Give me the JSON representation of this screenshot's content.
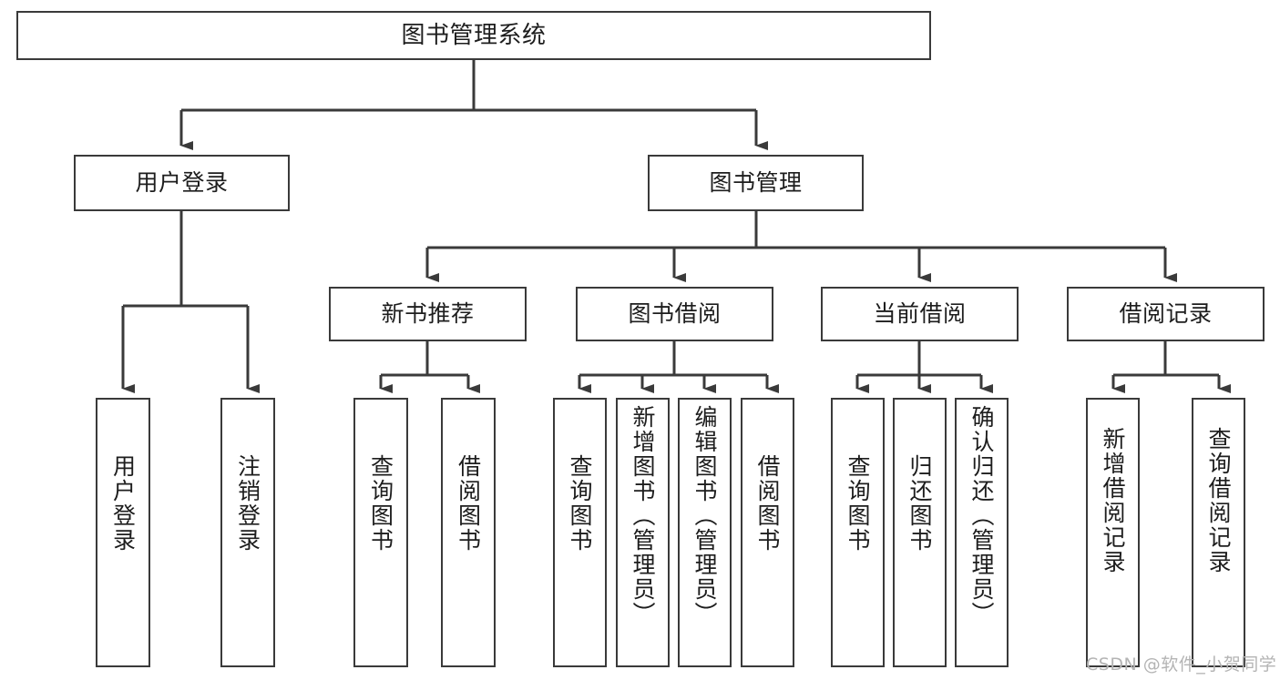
{
  "diagram": {
    "type": "tree-hierarchy",
    "title": "图书管理系统",
    "levels": 4,
    "colors": {
      "box_border": "#3a3a3a",
      "box_fill": "#ffffff",
      "edge": "#3a3a3a",
      "text": "#1d1d1d",
      "watermark": "#b4b4b4",
      "background": "#ffffff"
    },
    "root": {
      "label": "图书管理系统"
    },
    "level2": [
      {
        "id": "user-login",
        "label": "用户登录"
      },
      {
        "id": "book-manage",
        "label": "图书管理"
      }
    ],
    "level3": [
      {
        "id": "new-book-recommend",
        "label": "新书推荐",
        "parent": "book-manage"
      },
      {
        "id": "book-borrow",
        "label": "图书借阅",
        "parent": "book-manage"
      },
      {
        "id": "current-borrow",
        "label": "当前借阅",
        "parent": "book-manage"
      },
      {
        "id": "borrow-record",
        "label": "借阅记录",
        "parent": "book-manage"
      }
    ],
    "leaves": {
      "user_login": [
        {
          "id": "leaf-user-login",
          "label": "用户登录"
        },
        {
          "id": "leaf-logout-login",
          "label": "注销登录"
        }
      ],
      "new_book_recommend": [
        {
          "id": "leaf-query-book-1",
          "label": "查询图书"
        },
        {
          "id": "leaf-borrow-book-1",
          "label": "借阅图书"
        }
      ],
      "book_borrow": [
        {
          "id": "leaf-query-book-2",
          "label": "查询图书"
        },
        {
          "id": "leaf-add-book",
          "label": "新增图书（管理员）"
        },
        {
          "id": "leaf-edit-book",
          "label": "编辑图书（管理员）"
        },
        {
          "id": "leaf-borrow-book-2",
          "label": "借阅图书"
        }
      ],
      "current_borrow": [
        {
          "id": "leaf-query-book-3",
          "label": "查询图书"
        },
        {
          "id": "leaf-return-book",
          "label": "归还图书"
        },
        {
          "id": "leaf-confirm-return",
          "label": "确认归还（管理员）"
        }
      ],
      "borrow_record": [
        {
          "id": "leaf-add-record",
          "label": "新增借阅记录"
        },
        {
          "id": "leaf-query-record",
          "label": "查询借阅记录"
        }
      ]
    }
  },
  "watermark": {
    "text": "CSDN @软件_小贺同学"
  }
}
